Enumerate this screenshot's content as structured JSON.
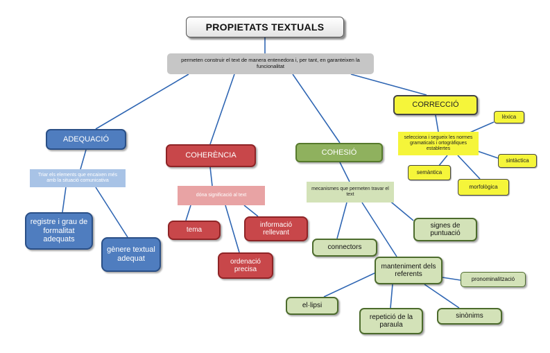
{
  "title": "PROPIETATS TEXTUALS",
  "intro": "permeten construir el text de manera entenedora i, per tant, en garanteixen la funcionalitat",
  "adequacio": {
    "label": "ADEQUACIÓ",
    "description": "Triar els elements que encaixen més amb la situació comunicativa",
    "items": [
      "registre i grau de formalitat adequats",
      "gènere textual adequat"
    ]
  },
  "coherencia": {
    "label": "COHERÈNCIA",
    "description": "dóna significació al text",
    "items": [
      "tema",
      "informació rellevant",
      "ordenació precisa"
    ]
  },
  "cohesio": {
    "label": "COHESIÓ",
    "description": "mecanismes que permeten travar el text",
    "items": [
      "connectors",
      "signes de puntuació",
      "manteniment dels referents"
    ],
    "referents": [
      "el·lipsi",
      "repetició de la paraula",
      "sinònims",
      "pronominalització"
    ]
  },
  "correccio": {
    "label": "CORRECCIÓ",
    "description": "selecciona i segueix les normes gramaticals i ortogràfiques establertes",
    "items": [
      "lèxica",
      "sintàctica",
      "morfològica",
      "semàntica"
    ]
  },
  "colors": {
    "adequacio": "#4f7dbf",
    "coherencia": "#c8474a",
    "cohesio": "#8fb15e",
    "correccio": "#f5f53a",
    "connector": "#2f66b3"
  }
}
